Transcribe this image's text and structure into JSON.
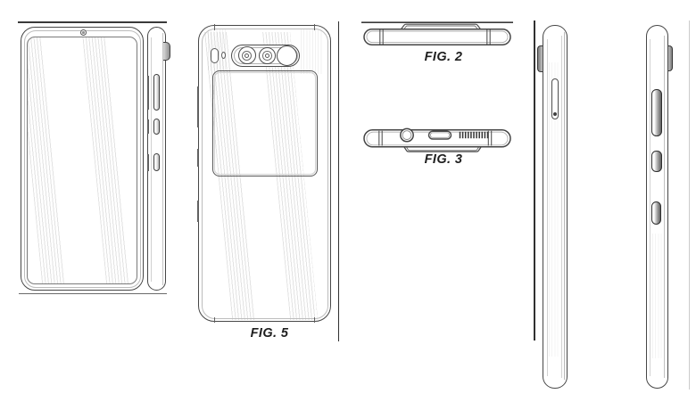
{
  "sheet": {
    "kind": "patent design drawing",
    "background_color": "#ffffff",
    "line_color": "#474747",
    "shading_color": "#c9c9c9",
    "divider_color": "#303030",
    "divider_faint_color": "#cbcbcb",
    "label_text_color": "#1f1f1f"
  },
  "figures": {
    "top_view": {
      "label": "FIG. 2"
    },
    "bottom_view": {
      "label": "FIG. 3"
    },
    "back_view": {
      "label": "FIG. 5"
    }
  }
}
